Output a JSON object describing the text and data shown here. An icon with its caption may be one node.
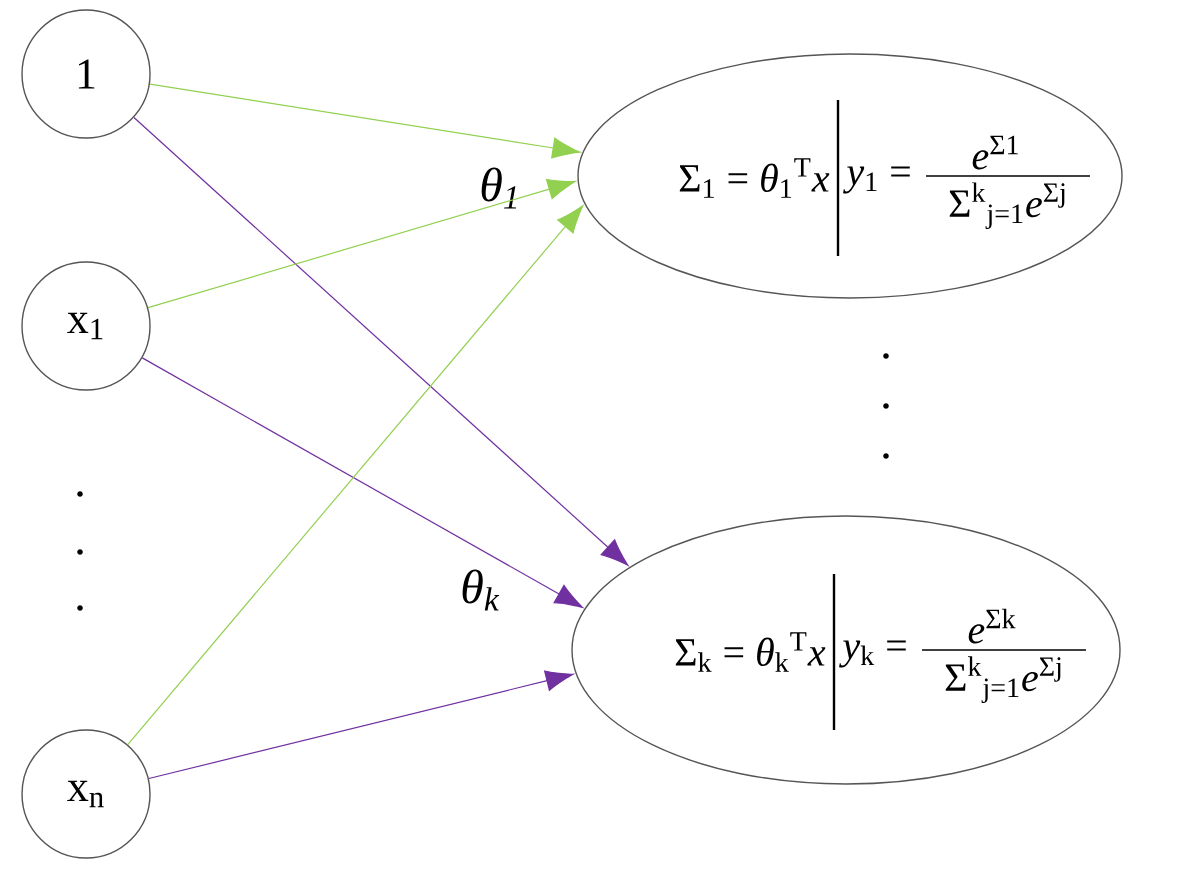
{
  "diagram": {
    "nodes": [
      {
        "text": [
          "1"
        ]
      },
      {
        "text": [
          "x$_{1}$"
        ]
      },
      {
        "text": [
          "x$_{n}$"
        ]
      },
      {
        "text": [
          "Σ$_{1}$ = *θ*$_{1}$$^{T}$*x*",
          "*y*$_{1}$ =",
          "*e*$^{Σ1}$",
          "Σ$^{k}$$_{j=1}$*e*$^{Σj}$"
        ]
      },
      {
        "text": [
          "Σ$_{k}$ = *θ*$_{k}$$^{T}$*x*",
          "*y*$_{k}$ =",
          "*e*$^{Σk}$",
          "Σ$^{k}$$_{j=1}$*e*$^{Σj}$"
        ]
      }
    ],
    "edges": [
      {
        "from": 0,
        "to": 3,
        "arrow": "to",
        "color": "#92d050"
      },
      {
        "from": 0,
        "to": 4,
        "arrow": "to",
        "color": "#7030a0"
      },
      {
        "from": 1,
        "to": 3,
        "arrow": "to",
        "color": "#92d050"
      },
      {
        "from": 1,
        "to": 4,
        "arrow": "to",
        "color": "#7030a0"
      },
      {
        "from": 2,
        "to": 3,
        "arrow": "to",
        "color": "#92d050"
      },
      {
        "from": 2,
        "to": 4,
        "arrow": "to",
        "color": "#7030a0"
      }
    ],
    "labels": [
      "θ$_{1}$",
      "θ$_{k}$"
    ]
  }
}
